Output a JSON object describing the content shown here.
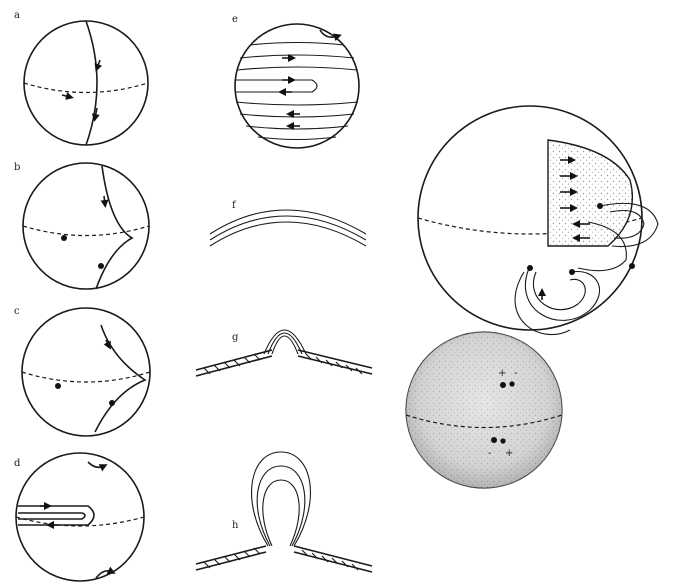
{
  "panel_labels": {
    "a": "a",
    "b": "b",
    "c": "c",
    "d": "d",
    "e": "e",
    "f": "f",
    "g": "g",
    "h": "h"
  },
  "sunspot_signs": {
    "north_positive": "+",
    "north_negative": "-",
    "south_negative": "-",
    "south_positive": "+"
  },
  "colors": {
    "ink": "#1a1a1a",
    "background": "#ffffff",
    "stipple": "#bdbdbd"
  }
}
